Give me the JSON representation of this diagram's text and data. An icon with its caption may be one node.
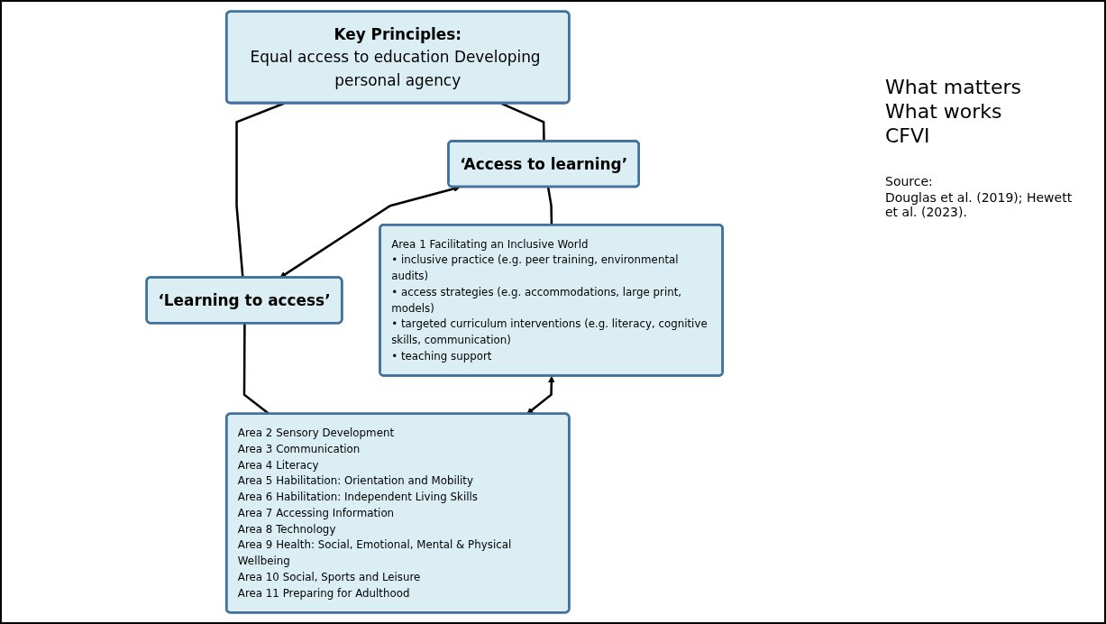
{
  "diagram": {
    "nodes": [
      {
        "text": [
          "Key Principles:",
          "Equal access to education Developing personal agency"
        ]
      },
      {
        "text": [
          "‘Access to learning’"
        ]
      },
      {
        "text": [
          "‘Learning to access’"
        ]
      },
      {
        "text": [
          "Area 1 Facilitating an Inclusive World",
          "• inclusive practice (e.g. peer training, environmental audits)",
          "• access strategies (e.g. accommodations, large print, models)",
          "• targeted curriculum interventions (e.g. literacy, cognitive skills, communication)",
          "• teaching support"
        ]
      },
      {
        "text": [
          "Area 2 Sensory Development",
          "Area 3 Communication",
          "Area 4 Literacy",
          "Area 5 Habilitation: Orientation and Mobility",
          "Area 6 Habilitation: Independent Living Skills",
          "Area 7 Accessing Information",
          "Area 8 Technology",
          "Area 9 Health: Social, Emotional, Mental & Physical Wellbeing",
          "Area 10 Social, Sports and Leisure",
          "Area 11 Preparing for Adulthood"
        ]
      }
    ],
    "edges": [
      {
        "from": 0,
        "to": 1,
        "arrow": "none"
      },
      {
        "from": 0,
        "to": 2,
        "arrow": "none"
      },
      {
        "from": 1,
        "to": 2,
        "arrow": "both"
      },
      {
        "from": 1,
        "to": 3,
        "arrow": "none"
      },
      {
        "from": 2,
        "to": 4,
        "arrow": "none"
      },
      {
        "from": 3,
        "to": 4,
        "arrow": "both"
      }
    ],
    "labels": [
      "What matters",
      "What works",
      "CFVI",
      "Source:",
      "Douglas et al. (2019); Hewett et al. (2023)."
    ]
  }
}
